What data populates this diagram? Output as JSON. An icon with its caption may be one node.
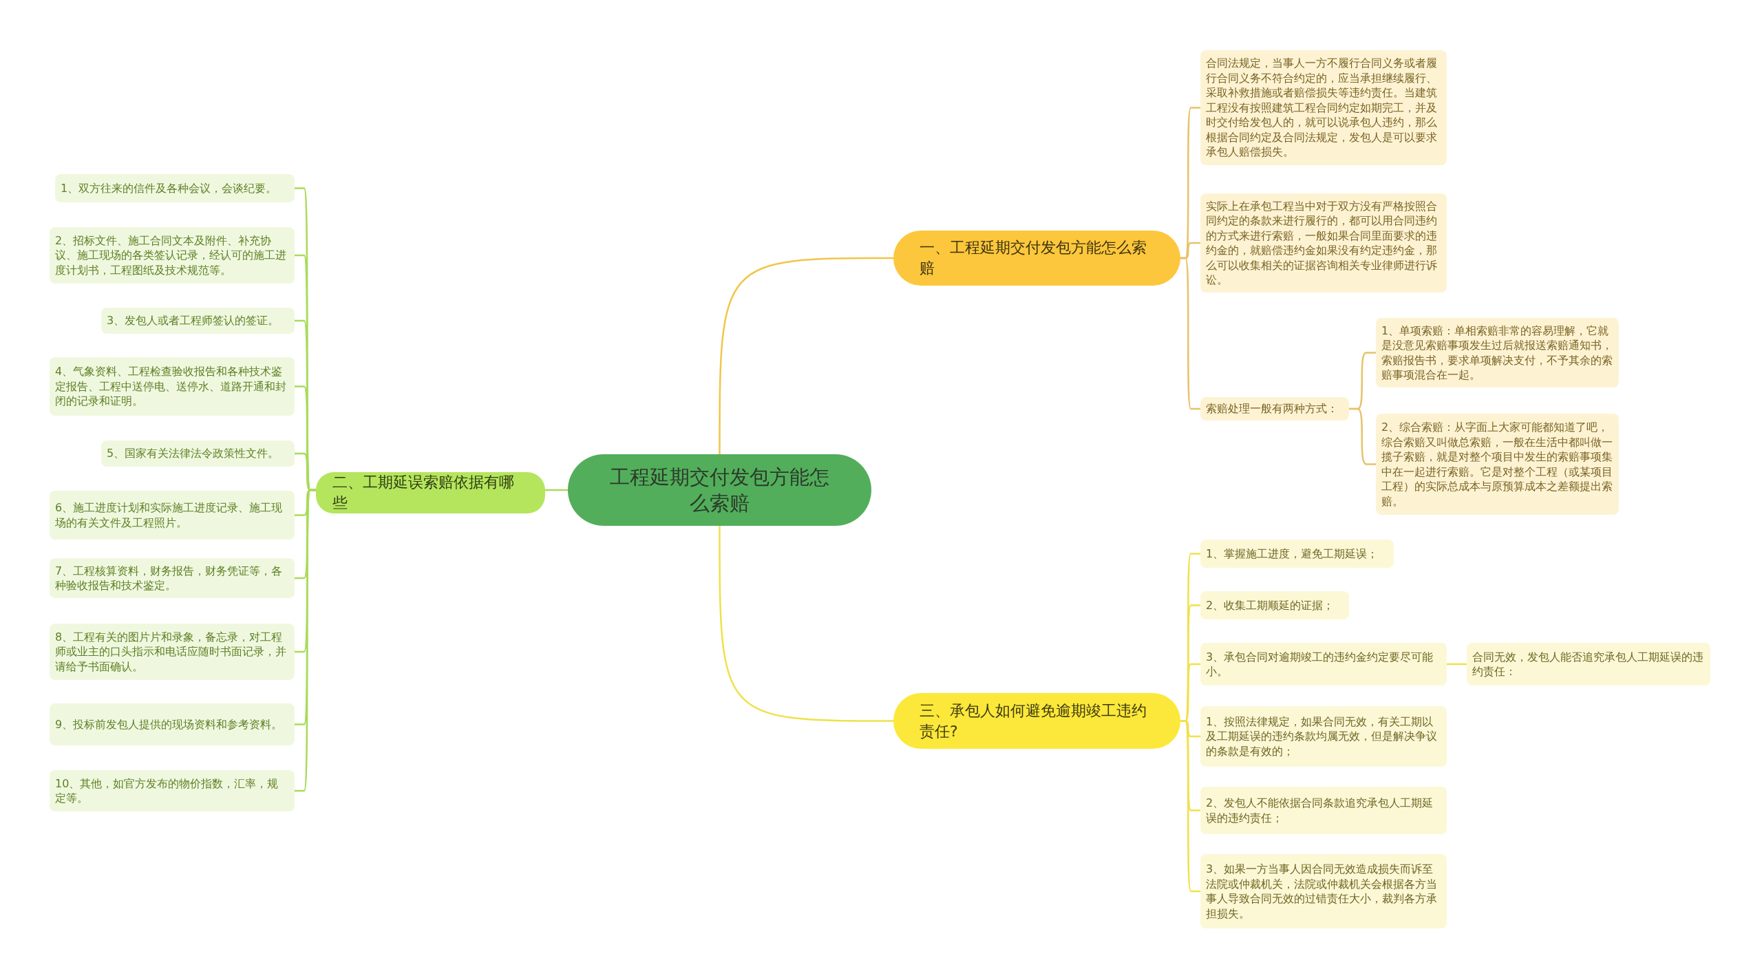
{
  "diagram": {
    "nodes": [
      {
        "text": [
          "工程延期交付发包方能怎么索赔"
        ]
      },
      {
        "text": [
          "一、工程延期交付发包方能怎么索赔"
        ]
      },
      {
        "text": [
          "二、工期延误索赔依据有哪些"
        ]
      },
      {
        "text": [
          "三、承包人如何避免逾期竣工违约责任?"
        ]
      },
      {
        "text": [
          "合同法规定，当事人一方不履行合同义务或者履行合同义务不符合约定的，应当承担继续履行、采取补救措施或者赔偿损失等违约责任。当建筑工程没有按照建筑工程合同约定如期完工，并及时交付给发包人的，就可以说承包人违约，那么根据合同约定及合同法规定，发包人是可以要求承包人赔偿损失。"
        ]
      },
      {
        "text": [
          "实际上在承包工程当中对于双方没有严格按照合同约定的条款来进行履行的，都可以用合同违约的方式来进行索赔，一般如果合同里面要求的违约金的，就赔偿违约金如果没有约定违约金，那么可以收集相关的证据咨询相关专业律师进行诉讼。"
        ]
      },
      {
        "text": [
          "索赔处理一般有两种方式："
        ]
      },
      {
        "text": [
          "1、单项索赔：单相索赔非常的容易理解，它就是没意见索赔事项发生过后就报送索赔通知书，索赔报告书，要求单项解决支付，不予其余的索赔事项混合在一起。"
        ]
      },
      {
        "text": [
          "2、综合索赔：从字面上大家可能都知道了吧，综合索赔又叫做总索赔，一般在生活中都叫做一揽子索赔，就是对整个项目中发生的索赔事项集中在一起进行索赔。它是对整个工程（或某项目工程）的实际总成本与原预算成本之差额提出索赔。"
        ]
      },
      {
        "text": [
          "1、双方往来的信件及各种会议，会谈纪要。"
        ]
      },
      {
        "text": [
          "2、招标文件、施工合同文本及附件、补充协议、施工现场的各类签认记录，经认可的施工进度计划书，工程图纸及技术规范等。"
        ]
      },
      {
        "text": [
          "3、发包人或者工程师签认的签证。"
        ]
      },
      {
        "text": [
          "4、气象资料、工程检查验收报告和各种技术鉴定报告、工程中送停电、送停水、道路开通和封闭的记录和证明。"
        ]
      },
      {
        "text": [
          "5、国家有关法律法令政策性文件。"
        ]
      },
      {
        "text": [
          "6、施工进度计划和实际施工进度记录、施工现场的有关文件及工程照片。"
        ]
      },
      {
        "text": [
          "7、工程核算资料，财务报告，财务凭证等，各种验收报告和技术鉴定。"
        ]
      },
      {
        "text": [
          "8、工程有关的图片片和录象，备忘录，对工程师或业主的口头指示和电话应随时书面记录，并请给予书面确认。"
        ]
      },
      {
        "text": [
          "9、投标前发包人提供的现场资料和参考资料。"
        ]
      },
      {
        "text": [
          "10、其他，如官方发布的物价指数，汇率，规定等。"
        ]
      },
      {
        "text": [
          "1、掌握施工进度，避免工期延误；"
        ]
      },
      {
        "text": [
          "2、收集工期顺延的证据；"
        ]
      },
      {
        "text": [
          "3、承包合同对逾期竣工的违约金约定要尽可能小。"
        ]
      },
      {
        "text": [
          "合同无效，发包人能否追究承包人工期延误的违约责任："
        ]
      },
      {
        "text": [
          "1、按照法律规定，如果合同无效，有关工期以及工期延误的违约条款均属无效，但是解决争议的条款是有效的；"
        ]
      },
      {
        "text": [
          "2、发包人不能依据合同条款追究承包人工期延误的违约责任；"
        ]
      },
      {
        "text": [
          "3、如果一方当事人因合同无效造成损失而诉至法院或仲裁机关，法院或仲裁机关会根据各方当事人导致合同无效的过错责任大小，裁判各方承担损失。"
        ]
      }
    ],
    "edges": [
      {
        "from": 0,
        "to": 1,
        "arrow": "none"
      },
      {
        "from": 0,
        "to": 2,
        "arrow": "none"
      },
      {
        "from": 0,
        "to": 3,
        "arrow": "none"
      },
      {
        "from": 1,
        "to": 4,
        "arrow": "none"
      },
      {
        "from": 1,
        "to": 5,
        "arrow": "none"
      },
      {
        "from": 1,
        "to": 6,
        "arrow": "none"
      },
      {
        "from": 6,
        "to": 7,
        "arrow": "none"
      },
      {
        "from": 6,
        "to": 8,
        "arrow": "none"
      },
      {
        "from": 2,
        "to": 9,
        "arrow": "none"
      },
      {
        "from": 2,
        "to": 10,
        "arrow": "none"
      },
      {
        "from": 2,
        "to": 11,
        "arrow": "none"
      },
      {
        "from": 2,
        "to": 12,
        "arrow": "none"
      },
      {
        "from": 2,
        "to": 13,
        "arrow": "none"
      },
      {
        "from": 2,
        "to": 14,
        "arrow": "none"
      },
      {
        "from": 2,
        "to": 15,
        "arrow": "none"
      },
      {
        "from": 2,
        "to": 16,
        "arrow": "none"
      },
      {
        "from": 2,
        "to": 17,
        "arrow": "none"
      },
      {
        "from": 2,
        "to": 18,
        "arrow": "none"
      },
      {
        "from": 3,
        "to": 19,
        "arrow": "none"
      },
      {
        "from": 3,
        "to": 20,
        "arrow": "none"
      },
      {
        "from": 3,
        "to": 21,
        "arrow": "none"
      },
      {
        "from": 21,
        "to": 22,
        "arrow": "none"
      },
      {
        "from": 3,
        "to": 23,
        "arrow": "none"
      },
      {
        "from": 3,
        "to": 24,
        "arrow": "none"
      },
      {
        "from": 3,
        "to": 25,
        "arrow": "none"
      }
    ]
  }
}
